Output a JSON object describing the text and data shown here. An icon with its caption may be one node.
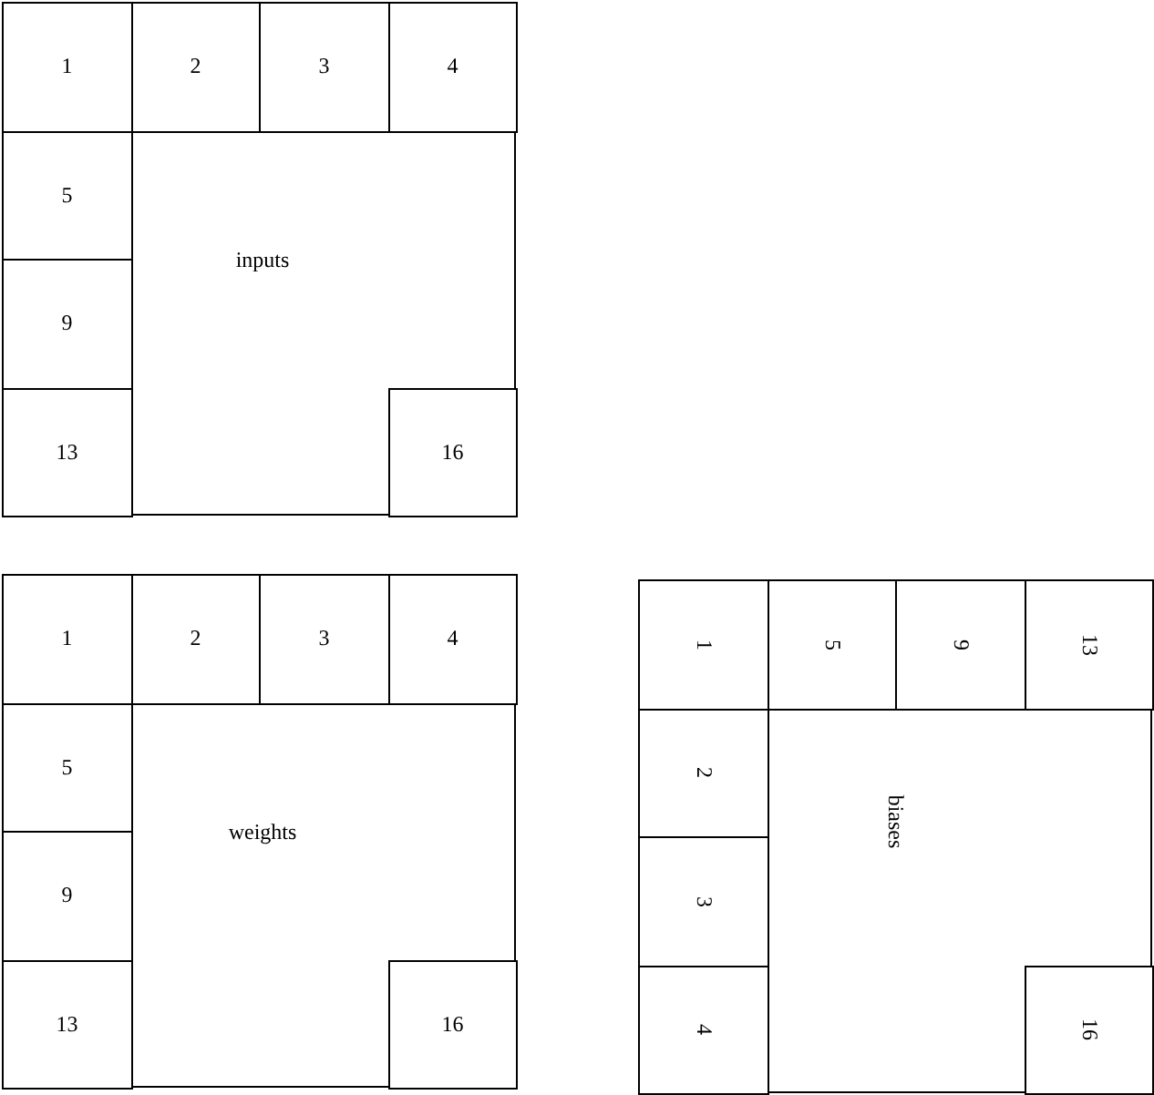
{
  "diagram": {
    "nodes": [
      {
        "text": [
          "inputs"
        ]
      },
      {
        "text": [
          "1"
        ],
        "in": 0
      },
      {
        "text": [
          "2"
        ],
        "in": 0
      },
      {
        "text": [
          "3"
        ],
        "in": 0
      },
      {
        "text": [
          "4"
        ],
        "in": 0
      },
      {
        "text": [
          "5"
        ],
        "in": 0
      },
      {
        "text": [
          "9"
        ],
        "in": 0
      },
      {
        "text": [
          "13"
        ],
        "in": 0
      },
      {
        "text": [
          "16"
        ],
        "in": 0
      },
      {
        "text": [
          "weights"
        ]
      },
      {
        "text": [
          "1"
        ],
        "in": 9
      },
      {
        "text": [
          "2"
        ],
        "in": 9
      },
      {
        "text": [
          "3"
        ],
        "in": 9
      },
      {
        "text": [
          "4"
        ],
        "in": 9
      },
      {
        "text": [
          "5"
        ],
        "in": 9
      },
      {
        "text": [
          "9"
        ],
        "in": 9
      },
      {
        "text": [
          "13"
        ],
        "in": 9
      },
      {
        "text": [
          "16"
        ],
        "in": 9
      },
      {
        "text": [
          "biases"
        ]
      },
      {
        "text": [
          "1"
        ],
        "in": 18
      },
      {
        "text": [
          "5"
        ],
        "in": 18
      },
      {
        "text": [
          "9"
        ],
        "in": 18
      },
      {
        "text": [
          "13"
        ],
        "in": 18
      },
      {
        "text": [
          "2"
        ],
        "in": 18
      },
      {
        "text": [
          "3"
        ],
        "in": 18
      },
      {
        "text": [
          "4"
        ],
        "in": 18
      },
      {
        "text": [
          "16"
        ],
        "in": 18
      }
    ]
  }
}
